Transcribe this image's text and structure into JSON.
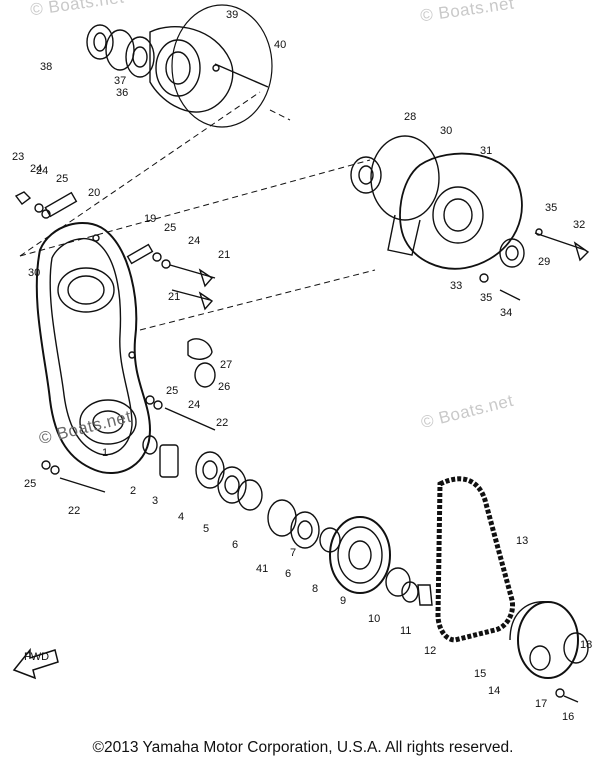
{
  "watermarks": {
    "top_left": "© Boats.net",
    "top_right": "© Boats.net",
    "middle_left": "© Boats.net",
    "middle_right": "© Boats.net"
  },
  "direction_marker": "FWD",
  "part_labels": [
    "1",
    "2",
    "3",
    "4",
    "5",
    "6",
    "6",
    "7",
    "8",
    "9",
    "10",
    "11",
    "12",
    "13",
    "14",
    "15",
    "16",
    "17",
    "18",
    "19",
    "20",
    "21",
    "21",
    "22",
    "22",
    "23",
    "24",
    "24",
    "24",
    "24",
    "25",
    "25",
    "25",
    "25",
    "26",
    "27",
    "28",
    "29",
    "30",
    "30",
    "31",
    "32",
    "33",
    "34",
    "35",
    "35",
    "36",
    "37",
    "38",
    "39",
    "40",
    "41"
  ],
  "copyright": "©2013 Yamaha Motor Corporation, U.S.A. All rights reserved."
}
